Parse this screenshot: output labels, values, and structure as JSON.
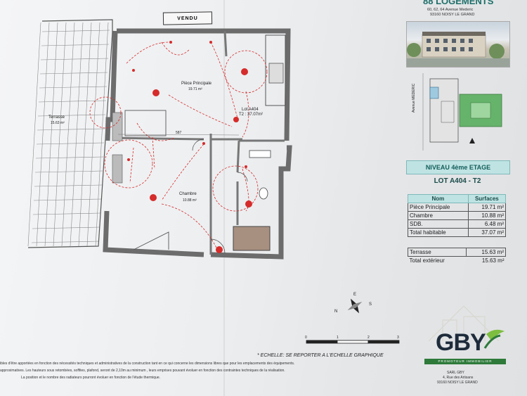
{
  "header": {
    "title": "88 LOGEMENTS",
    "address_line1": "60, 62, 64 Avenue Mederic",
    "address_line2": "93160 NOISY LE GRAND"
  },
  "plan": {
    "stamp": "VENDU",
    "lot_label": "Lot A404",
    "lot_type": "T2 : 37.07m²",
    "rooms": [
      {
        "name": "Pièce Principale",
        "area": "19.71 m²"
      },
      {
        "name": "Chambre",
        "area": "10.88 m²"
      },
      {
        "name": "Terrasse",
        "area": "15.63 m²"
      }
    ],
    "dimension_label": "587",
    "street_label": "Avenue MEDERIC"
  },
  "scale": {
    "ticks": [
      "0",
      "1",
      "2",
      "3"
    ],
    "note": "* ECHELLE: SE REPORTER A L'ECHELLE GRAPHIQUE"
  },
  "compass": {
    "n": "N",
    "e": "E",
    "s": "S"
  },
  "level": "NIVEAU 4ème ETAGE",
  "lot_title": "LOT A404 - T2",
  "surfaces": {
    "headers": [
      "Nom",
      "Surfaces"
    ],
    "rows": [
      {
        "name": "Pièce Principale",
        "value": "19.71 m²"
      },
      {
        "name": "Chambre",
        "value": "10.88 m²"
      },
      {
        "name": "SDB.",
        "value": "6.48 m²"
      }
    ],
    "total_label": "Total habitable",
    "total_value": "37.07 m²"
  },
  "exterior": {
    "rows": [
      {
        "name": "Terrasse",
        "value": "15.63 m²"
      }
    ],
    "total_label": "Total extérieur",
    "total_value": "15.63 m²"
  },
  "brand": {
    "logo": "GBY",
    "tagline": "PROMOTEUR IMMOBILIER",
    "company": "SARL GBY",
    "street": "4, Rue des Artisans",
    "city": "93160 NOISY LE GRAND"
  },
  "footer": {
    "line1": "ibles d'être apportées en fonction des nécessités techniques et administratives de la construction tant en ce qui concerne les dimensions libres que pour les emplacements des équipements.",
    "line2": "approximatives. Les hauteurs sous retombées, soffites, plafond, seront de 2,10m au minimum , leurs emprises pouvant évoluer en fonction des contraintes techniques de la réalisation.",
    "line3": "La position et le nombre des radiateurs pourront évoluer en fonction de l'étude thermique."
  },
  "colors": {
    "accent": "#1e6f6a",
    "panel_fill": "#bfe3e3",
    "plan_red": "#d62b2b",
    "wall": "#6c6c6c",
    "logo_green": "#2e7a3b"
  }
}
